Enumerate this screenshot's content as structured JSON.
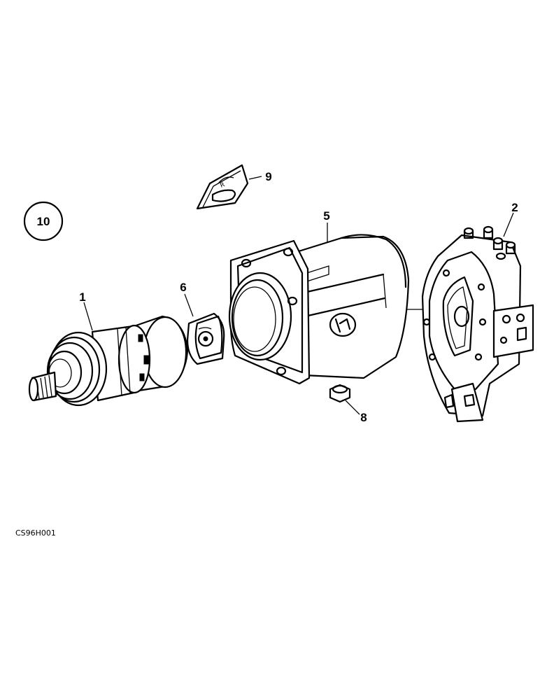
{
  "figure_id": "CS96H001",
  "group_number": "10",
  "callouts": {
    "c1": "1",
    "c2": "2",
    "c5": "5",
    "c6": "6",
    "c8": "8",
    "c9": "9"
  }
}
